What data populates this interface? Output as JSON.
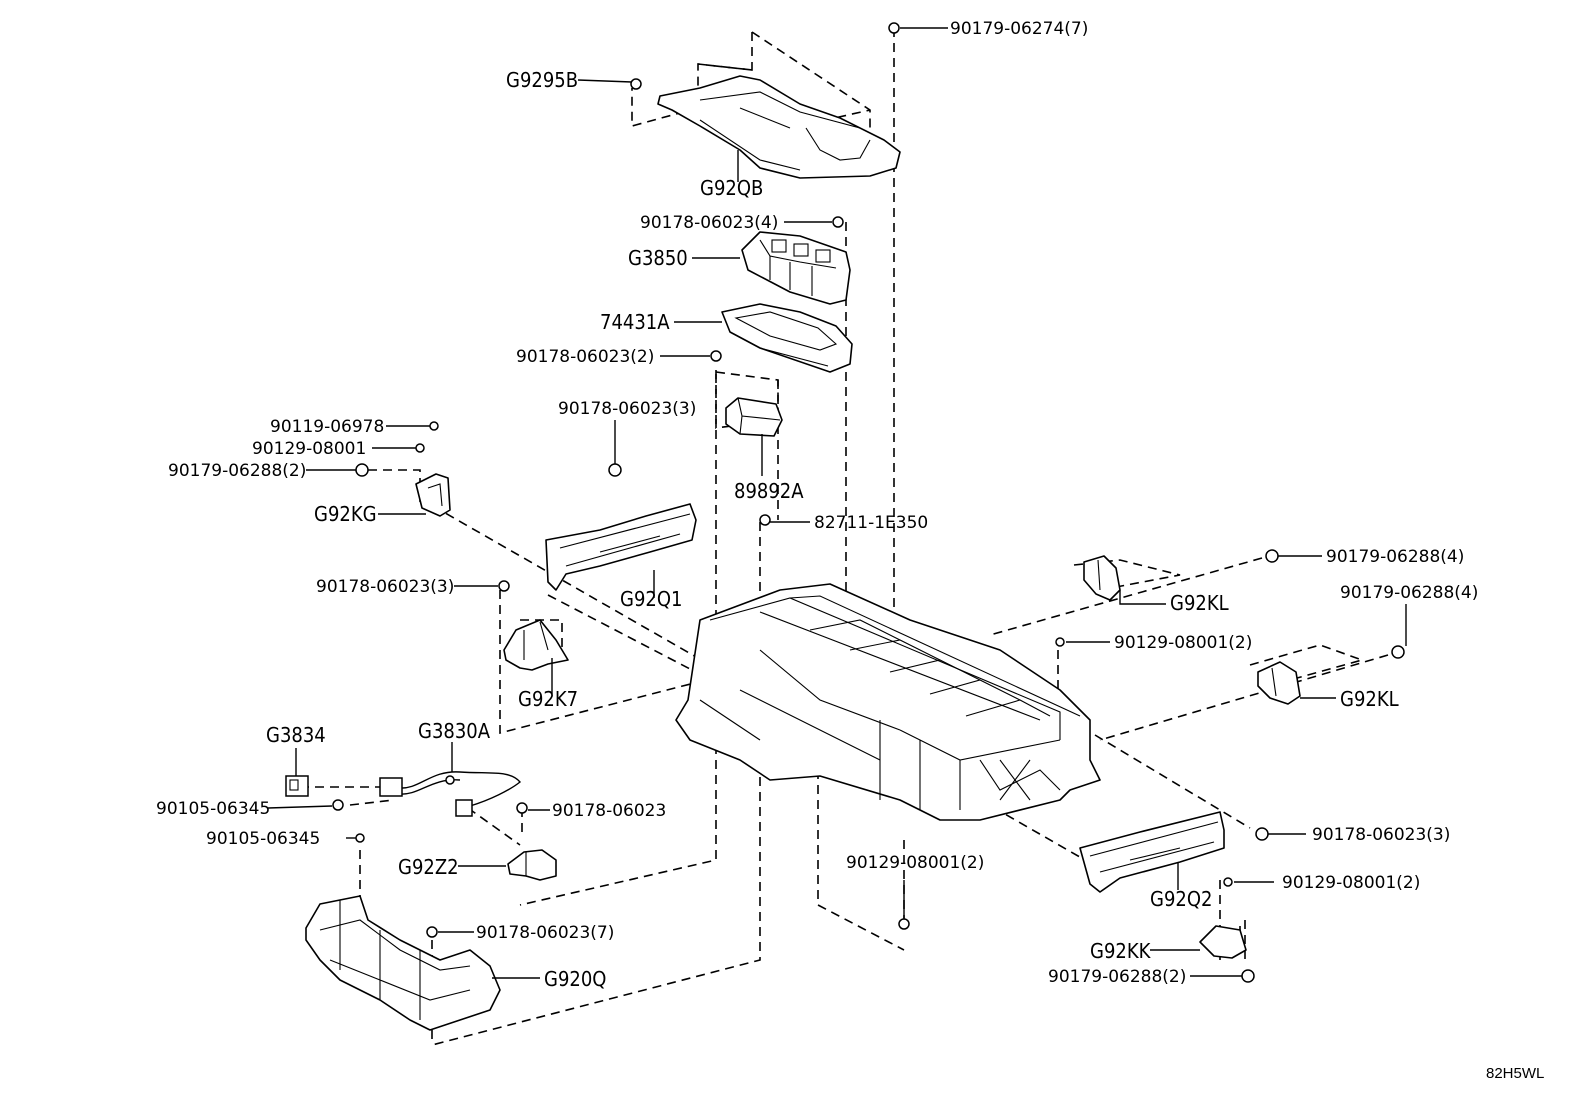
{
  "diagram_code": "82H5WL",
  "labels": {
    "g9295b": "G9295B",
    "n90179_06274": "90179-06274(7)",
    "g92qb": "G92QB",
    "n90178_06023_4": "90178-06023(4)",
    "g3850": "G3850",
    "p74431a": "74431A",
    "n90178_06023_2": "90178-06023(2)",
    "n90178_06023_3a": "90178-06023(3)",
    "p89892a": "89892A",
    "n90119_06978": "90119-06978",
    "n90129_08001_a": "90129-08001",
    "n90179_06288_2a": "90179-06288(2)",
    "g92kg": "G92KG",
    "p82711": "82711-1E350",
    "g92q1": "G92Q1",
    "n90178_06023_3b": "90178-06023(3)",
    "g92k7": "G92K7",
    "n90179_06288_4a": "90179-06288(4)",
    "g92kl_a": "G92KL",
    "n90179_06288_4b": "90179-06288(4)",
    "n90129_08001_2a": "90129-08001(2)",
    "g92kl_b": "G92KL",
    "g3834": "G3834",
    "g3830a": "G3830A",
    "n90105_06345_a": "90105-06345",
    "n90178_06023": "90178-06023",
    "n90105_06345_b": "90105-06345",
    "g92z2": "G92Z2",
    "n90178_06023_7": "90178-06023(7)",
    "g920q": "G920Q",
    "n90129_08001_2b": "90129-08001(2)",
    "n90178_06023_3c": "90178-06023(3)",
    "g92q2": "G92Q2",
    "n90129_08001_2c": "90129-08001(2)",
    "g92kk": "G92KK",
    "n90179_06288_2b": "90179-06288(2)"
  }
}
